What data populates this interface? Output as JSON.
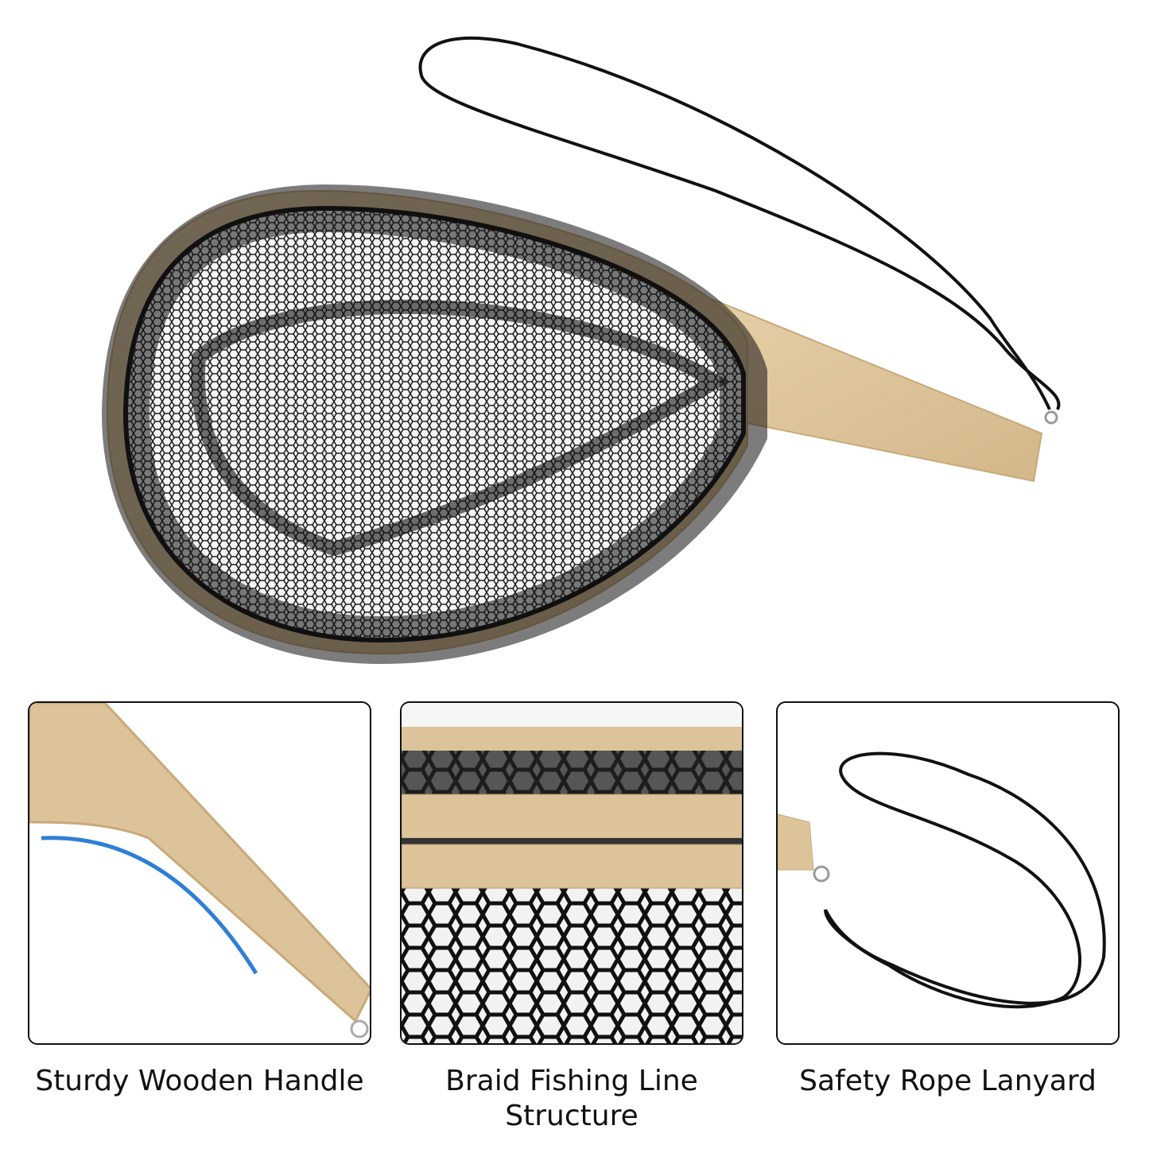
{
  "product": {
    "colors": {
      "wood": "#dcc39a",
      "wood_dark": "#c9a97a",
      "net": "#111111",
      "accent_blue": "#2f7fd6"
    }
  },
  "features": [
    {
      "caption": "Sturdy Wooden Handle",
      "icon": "wooden-handle"
    },
    {
      "caption_line1": "Braid Fishing Line",
      "caption_line2": "Structure",
      "icon": "net-frame"
    },
    {
      "caption": "Safety Rope Lanyard",
      "icon": "lanyard"
    }
  ]
}
